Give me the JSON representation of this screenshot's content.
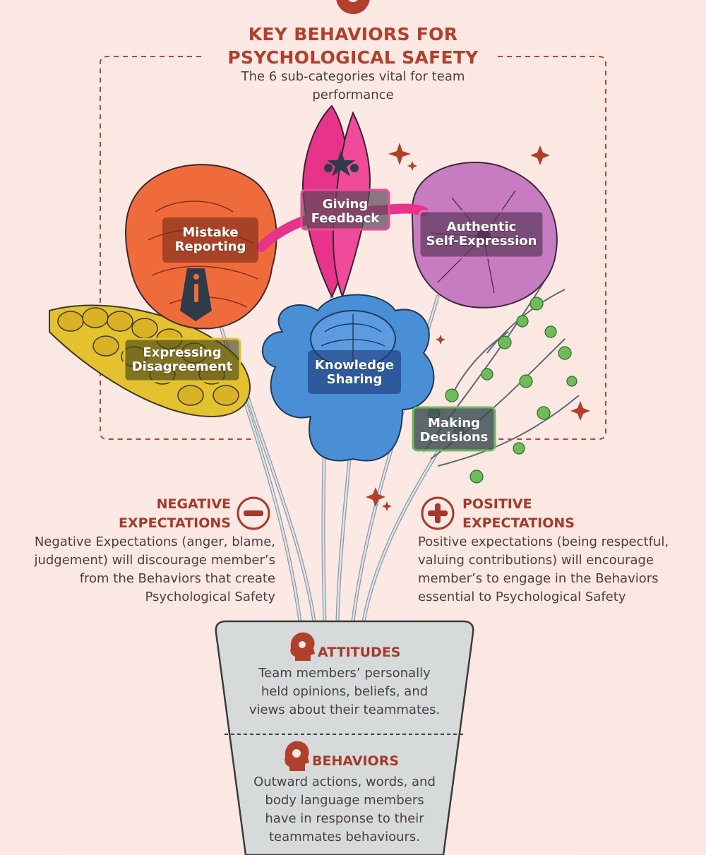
{
  "header": {
    "title_line1": "KEY BEHAVIORS FOR",
    "title_line2": "PSYCHOLOGICAL SAFETY",
    "subtitle_line1": "The 6 sub-categories vital for team",
    "subtitle_line2": "performance"
  },
  "flowers": {
    "giving_feedback": [
      "Giving",
      "Feedback"
    ],
    "mistake_reporting": [
      "Mistake",
      "Reporting"
    ],
    "authentic_self_expression": [
      "Authentic",
      "Self-Expression"
    ],
    "expressing_disagreement": [
      "Expressing",
      "Disagreement"
    ],
    "knowledge_sharing": [
      "Knowledge",
      "Sharing"
    ],
    "making_decisions": [
      "Making",
      "Decisions"
    ]
  },
  "negative": {
    "heading_line1": "NEGATIVE",
    "heading_line2": "EXPECTATIONS",
    "body": [
      "Negative Expectations (anger, blame,",
      "judgement) will discourage member’s",
      "from the Behaviors that create",
      "Psychological Safety"
    ]
  },
  "positive": {
    "heading_line1": "POSITIVE",
    "heading_line2": "EXPECTATIONS",
    "body": [
      "Positive expectations (being respectful,",
      "valuing contributions) will encourage",
      "member’s to engage in the Behaviors",
      "essential to Psychological Safety"
    ]
  },
  "pot": {
    "attitudes_heading": "ATTITUDES",
    "attitudes_body": [
      "Team members’ personally",
      "held opinions, beliefs, and",
      "views about their teammates."
    ],
    "behaviors_heading": "BEHAVIORS",
    "behaviors_body": [
      "Outward actions, words, and",
      "body language members",
      "have in response to their",
      "teammates behaviours."
    ]
  },
  "colors": {
    "accent": "#b23f2c",
    "text": "#4a3f3f",
    "background": "#fbe7e2",
    "pot": "#d6dadb",
    "giving_feedback": "#e8338a",
    "mistake_reporting": "#f06b3c",
    "authentic_self_expression": "#c77bc0",
    "expressing_disagreement": "#e4c12e",
    "knowledge_sharing": "#4a8fd6",
    "making_decisions": "#6dbb5a"
  }
}
